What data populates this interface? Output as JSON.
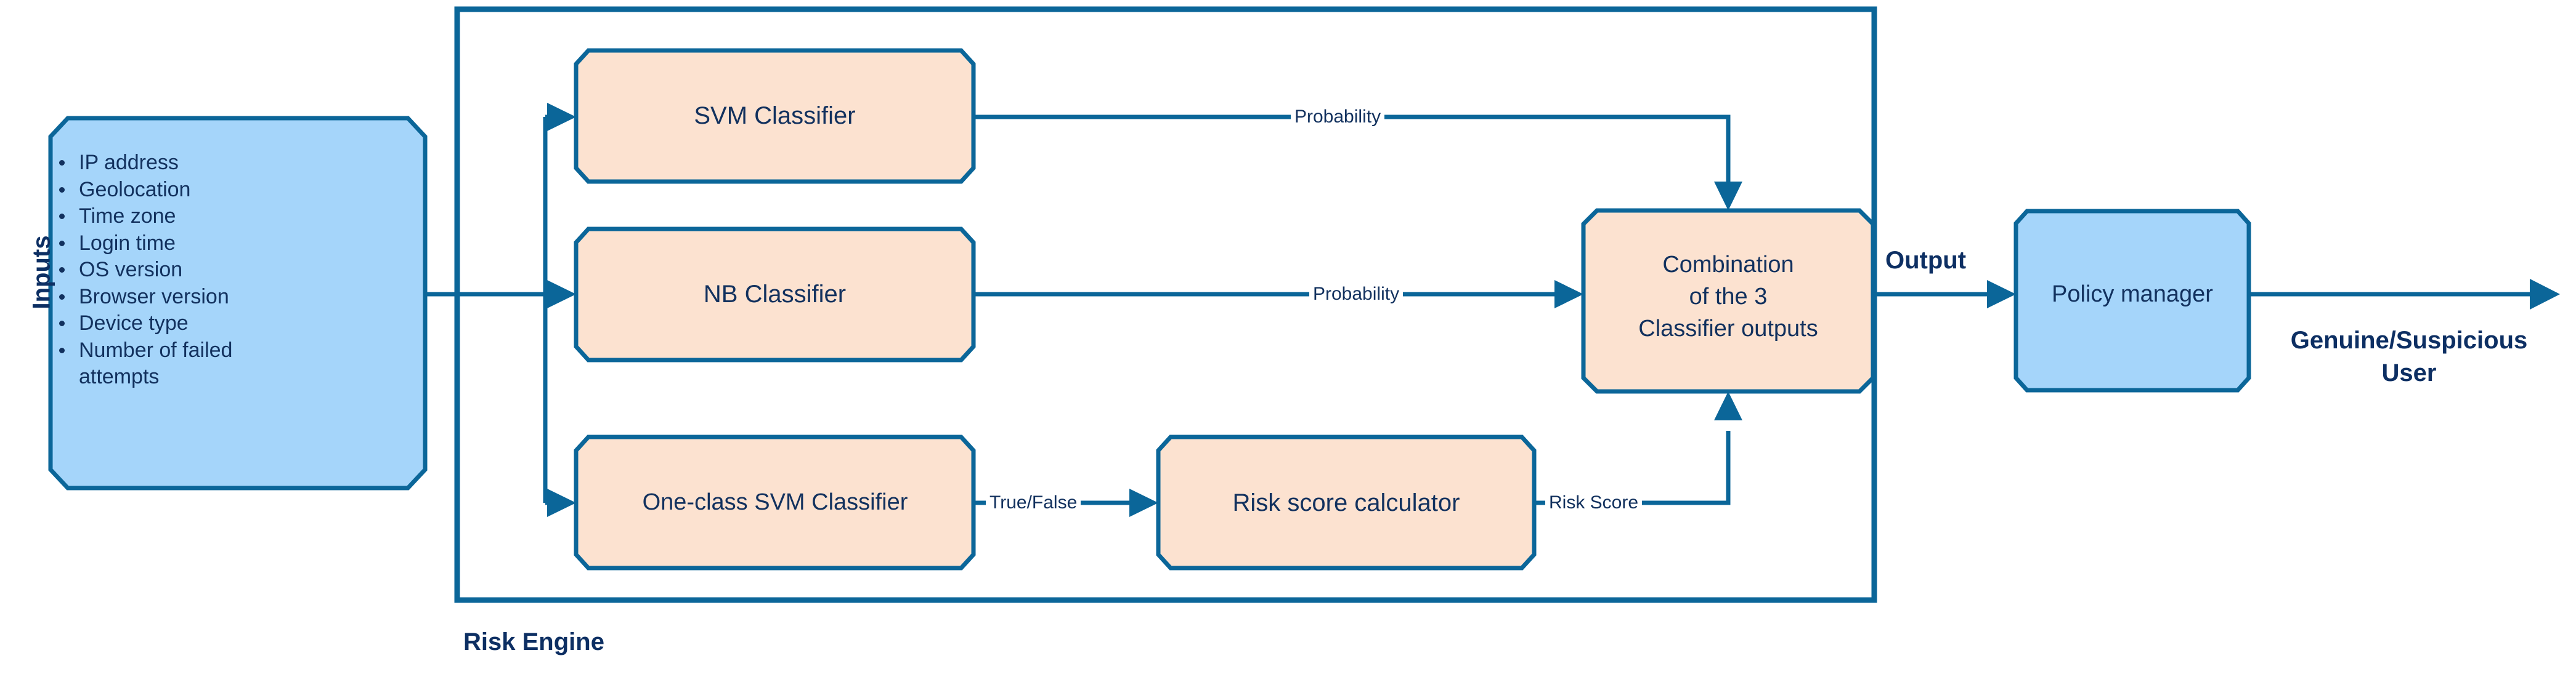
{
  "diagram": {
    "title_label": "Risk Engine",
    "colors": {
      "stroke": "#0b6699",
      "blue_fill": "#a5d5fa",
      "peach_fill": "#fce2d0",
      "text_navy": "#12315e",
      "label_navy": "#0d2f63"
    },
    "inputs": {
      "side_label": "Inputs",
      "items": [
        "IP address",
        "Geolocation",
        "Time zone",
        "Login time",
        "OS version",
        "Browser version",
        "Device type",
        "Number of failed",
        "attempts"
      ]
    },
    "nodes": {
      "svm": "SVM Classifier",
      "nb": "NB Classifier",
      "one_class_svm": "One-class SVM Classifier",
      "risk_score_calculator": "Risk score calculator",
      "combination_line1": "Combination",
      "combination_line2": "of the 3",
      "combination_line3": "Classifier outputs",
      "policy_manager": "Policy manager"
    },
    "edge_labels": {
      "svm_probability": "Probability",
      "nb_probability": "Probability",
      "true_false": "True/False",
      "risk_score": "Risk Score",
      "output": "Output",
      "final_result": "Genuine/Suspicious\nUser",
      "final_result_line1": "Genuine/Suspicious",
      "final_result_line2": "User"
    }
  }
}
